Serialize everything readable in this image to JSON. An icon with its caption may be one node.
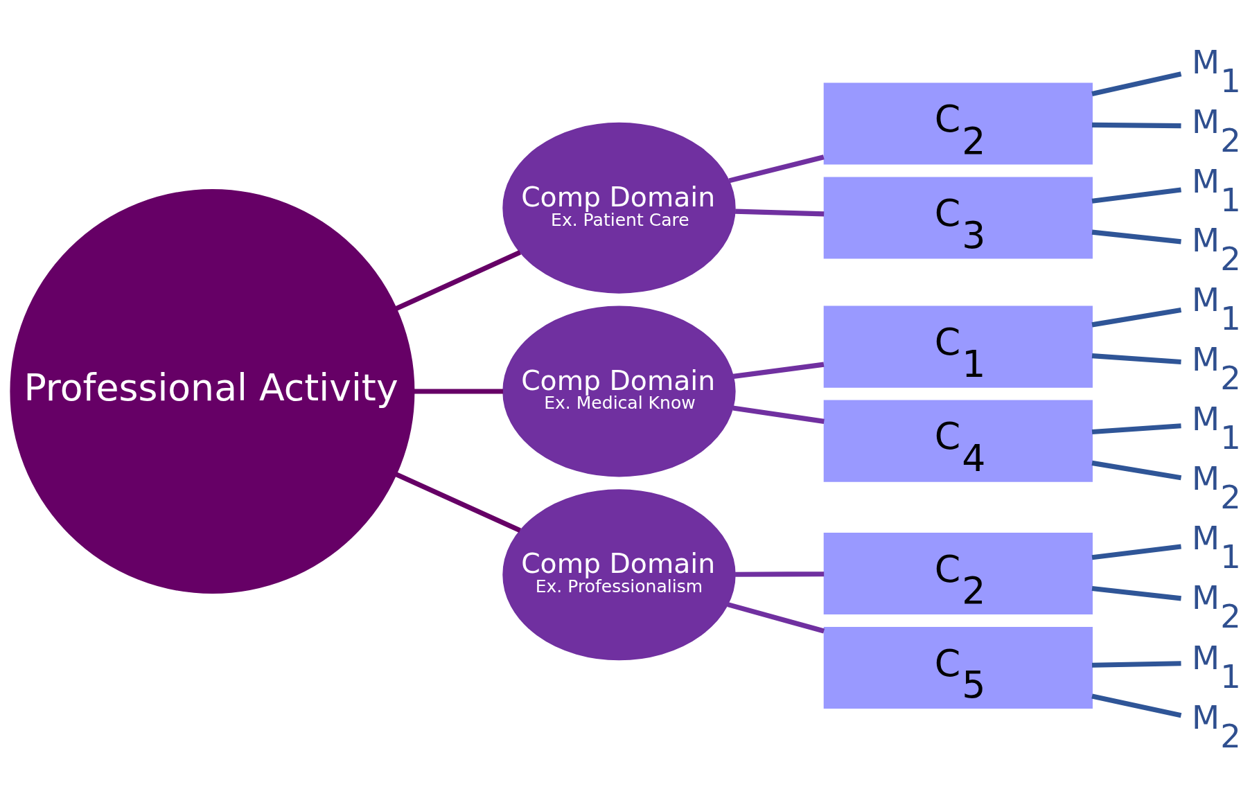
{
  "diagram": {
    "nodes": [
      {
        "text": [
          "Professional Activity"
        ]
      },
      {
        "text": [
          "Comp Domain",
          "Ex. Patient Care"
        ]
      },
      {
        "text": [
          "Comp Domain",
          "Ex. Medical Know"
        ]
      },
      {
        "text": [
          "Comp Domain",
          "Ex. Professionalism"
        ]
      },
      {
        "text": [
          "C$_{2}$"
        ]
      },
      {
        "text": [
          "C$_{3}$"
        ]
      },
      {
        "text": [
          "C$_{1}$"
        ]
      },
      {
        "text": [
          "C$_{4}$"
        ]
      },
      {
        "text": [
          "C$_{2}$"
        ]
      },
      {
        "text": [
          "C$_{5}$"
        ]
      },
      {
        "text": [
          "M$_{1}$"
        ]
      },
      {
        "text": [
          "M$_{2}$"
        ]
      },
      {
        "text": [
          "M$_{1}$"
        ]
      },
      {
        "text": [
          "M$_{2}$"
        ]
      },
      {
        "text": [
          "M$_{1}$"
        ]
      },
      {
        "text": [
          "M$_{2}$"
        ]
      },
      {
        "text": [
          "M$_{1}$"
        ]
      },
      {
        "text": [
          "M$_{2}$"
        ]
      },
      {
        "text": [
          "M$_{1}$"
        ]
      },
      {
        "text": [
          "M$_{2}$"
        ]
      },
      {
        "text": [
          "M$_{1}$"
        ]
      },
      {
        "text": [
          "M$_{2}$"
        ]
      }
    ],
    "edges": [
      {
        "from": 0,
        "to": 1,
        "arrow": "none",
        "color": "#660066"
      },
      {
        "from": 0,
        "to": 2,
        "arrow": "none",
        "color": "#660066"
      },
      {
        "from": 0,
        "to": 3,
        "arrow": "none",
        "color": "#660066"
      },
      {
        "from": 1,
        "to": 4,
        "arrow": "none",
        "color": "#7030a0"
      },
      {
        "from": 1,
        "to": 5,
        "arrow": "none",
        "color": "#7030a0"
      },
      {
        "from": 2,
        "to": 6,
        "arrow": "none",
        "color": "#7030a0"
      },
      {
        "from": 2,
        "to": 7,
        "arrow": "none",
        "color": "#7030a0"
      },
      {
        "from": 3,
        "to": 8,
        "arrow": "none",
        "color": "#7030a0"
      },
      {
        "from": 3,
        "to": 9,
        "arrow": "none",
        "color": "#7030a0"
      },
      {
        "from": 4,
        "to": 10,
        "arrow": "none"
      },
      {
        "from": 4,
        "to": 11,
        "arrow": "none"
      },
      {
        "from": 5,
        "to": 12,
        "arrow": "none"
      },
      {
        "from": 5,
        "to": 13,
        "arrow": "none"
      },
      {
        "from": 6,
        "to": 14,
        "arrow": "none"
      },
      {
        "from": 6,
        "to": 15,
        "arrow": "none"
      },
      {
        "from": 7,
        "to": 16,
        "arrow": "none"
      },
      {
        "from": 7,
        "to": 17,
        "arrow": "none"
      },
      {
        "from": 8,
        "to": 18,
        "arrow": "none"
      },
      {
        "from": 8,
        "to": 19,
        "arrow": "none"
      },
      {
        "from": 9,
        "to": 20,
        "arrow": "none"
      },
      {
        "from": 9,
        "to": 21,
        "arrow": "none"
      }
    ]
  }
}
